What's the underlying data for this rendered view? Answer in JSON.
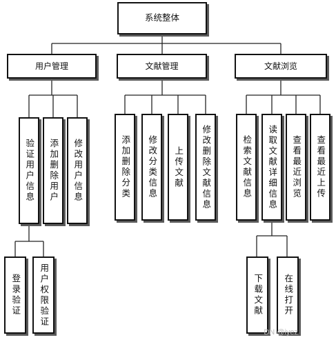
{
  "nodes": {
    "root": "系统整体",
    "user_mgmt": "用户管理",
    "doc_mgmt": "文献管理",
    "doc_browse": "文献浏览",
    "verify_user": "验证用户信息",
    "add_delete_user": "添加删除用户",
    "modify_user": "修改用户信息",
    "login_verify": "登录验证",
    "permission_verify": "用户权限验证",
    "add_delete_category": "添加删除分类",
    "modify_category": "修改分类信息",
    "upload_doc": "上传文献",
    "modify_delete_doc": "修改删除文献信息",
    "search_doc": "检索文献信息",
    "read_doc_detail": "读取文献详细信息",
    "view_recent_browse": "查看最近浏览",
    "view_recent_upload": "查看最近上传",
    "download_doc": "下载文献",
    "online_open": "在线打开"
  },
  "watermark": "DN @iyez"
}
